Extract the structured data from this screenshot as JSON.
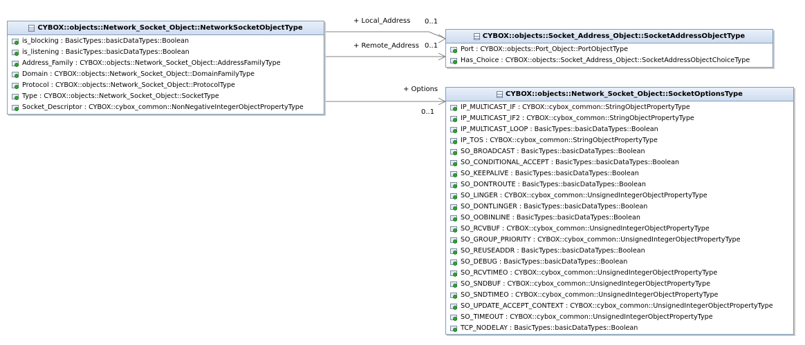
{
  "classes": {
    "network_socket": {
      "name": "CYBOX::objects::Network_Socket_Object::NetworkSocketObjectType",
      "attributes": [
        "is_blocking : BasicTypes::basicDataTypes::Boolean",
        "is_listening : BasicTypes::basicDataTypes::Boolean",
        "Address_Family : CYBOX::objects::Network_Socket_Object::AddressFamilyType",
        "Domain : CYBOX::objects::Network_Socket_Object::DomainFamilyType",
        "Protocol : CYBOX::objects::Network_Socket_Object::ProtocolType",
        "Type : CYBOX::objects::Network_Socket_Object::SocketType",
        "Socket_Descriptor : CYBOX::cybox_common::NonNegativeIntegerObjectPropertyType"
      ]
    },
    "socket_address": {
      "name": "CYBOX::objects::Socket_Address_Object::SocketAddressObjectType",
      "attributes": [
        "Port : CYBOX::objects::Port_Object::PortObjectType",
        "Has_Choice : CYBOX::objects::Socket_Address_Object::SocketAddressObjectChoiceType"
      ]
    },
    "socket_options": {
      "name": "CYBOX::objects::Network_Socket_Object::SocketOptionsType",
      "attributes": [
        "IP_MULTICAST_IF : CYBOX::cybox_common::StringObjectPropertyType",
        "IP_MULTICAST_IF2 : CYBOX::cybox_common::StringObjectPropertyType",
        "IP_MULTICAST_LOOP : BasicTypes::basicDataTypes::Boolean",
        "IP_TOS : CYBOX::cybox_common::StringObjectPropertyType",
        "SO_BROADCAST : BasicTypes::basicDataTypes::Boolean",
        "SO_CONDITIONAL_ACCEPT : BasicTypes::basicDataTypes::Boolean",
        "SO_KEEPALIVE : BasicTypes::basicDataTypes::Boolean",
        "SO_DONTROUTE : BasicTypes::basicDataTypes::Boolean",
        "SO_LINGER : CYBOX::cybox_common::UnsignedIntegerObjectPropertyType",
        "SO_DONTLINGER : BasicTypes::basicDataTypes::Boolean",
        "SO_OOBINLINE : BasicTypes::basicDataTypes::Boolean",
        "SO_RCVBUF : CYBOX::cybox_common::UnsignedIntegerObjectPropertyType",
        "SO_GROUP_PRIORITY : CYBOX::cybox_common::UnsignedIntegerObjectPropertyType",
        "SO_REUSEADDR : BasicTypes::basicDataTypes::Boolean",
        "SO_DEBUG : BasicTypes::basicDataTypes::Boolean",
        "SO_RCVTIMEO : CYBOX::cybox_common::UnsignedIntegerObjectPropertyType",
        "SO_SNDBUF : CYBOX::cybox_common::UnsignedIntegerObjectPropertyType",
        "SO_SNDTIMEO : CYBOX::cybox_common::UnsignedIntegerObjectPropertyType",
        "SO_UPDATE_ACCEPT_CONTEXT : CYBOX::cybox_common::UnsignedIntegerObjectPropertyType",
        "SO_TIMEOUT : CYBOX::cybox_common::UnsignedIntegerObjectPropertyType",
        "TCP_NODELAY : BasicTypes::basicDataTypes::Boolean"
      ]
    }
  },
  "associations": {
    "local_address": {
      "role": "+ Local_Address",
      "multiplicity": "0..1"
    },
    "remote_address": {
      "role": "+ Remote_Address",
      "multiplicity": "0..1"
    },
    "options": {
      "role": "+ Options",
      "multiplicity": "0..1"
    }
  },
  "colors": {
    "border": "#7f9db9",
    "header": "#cfdcef",
    "attribute_icon": "#2fa32f",
    "line": "#808080"
  }
}
